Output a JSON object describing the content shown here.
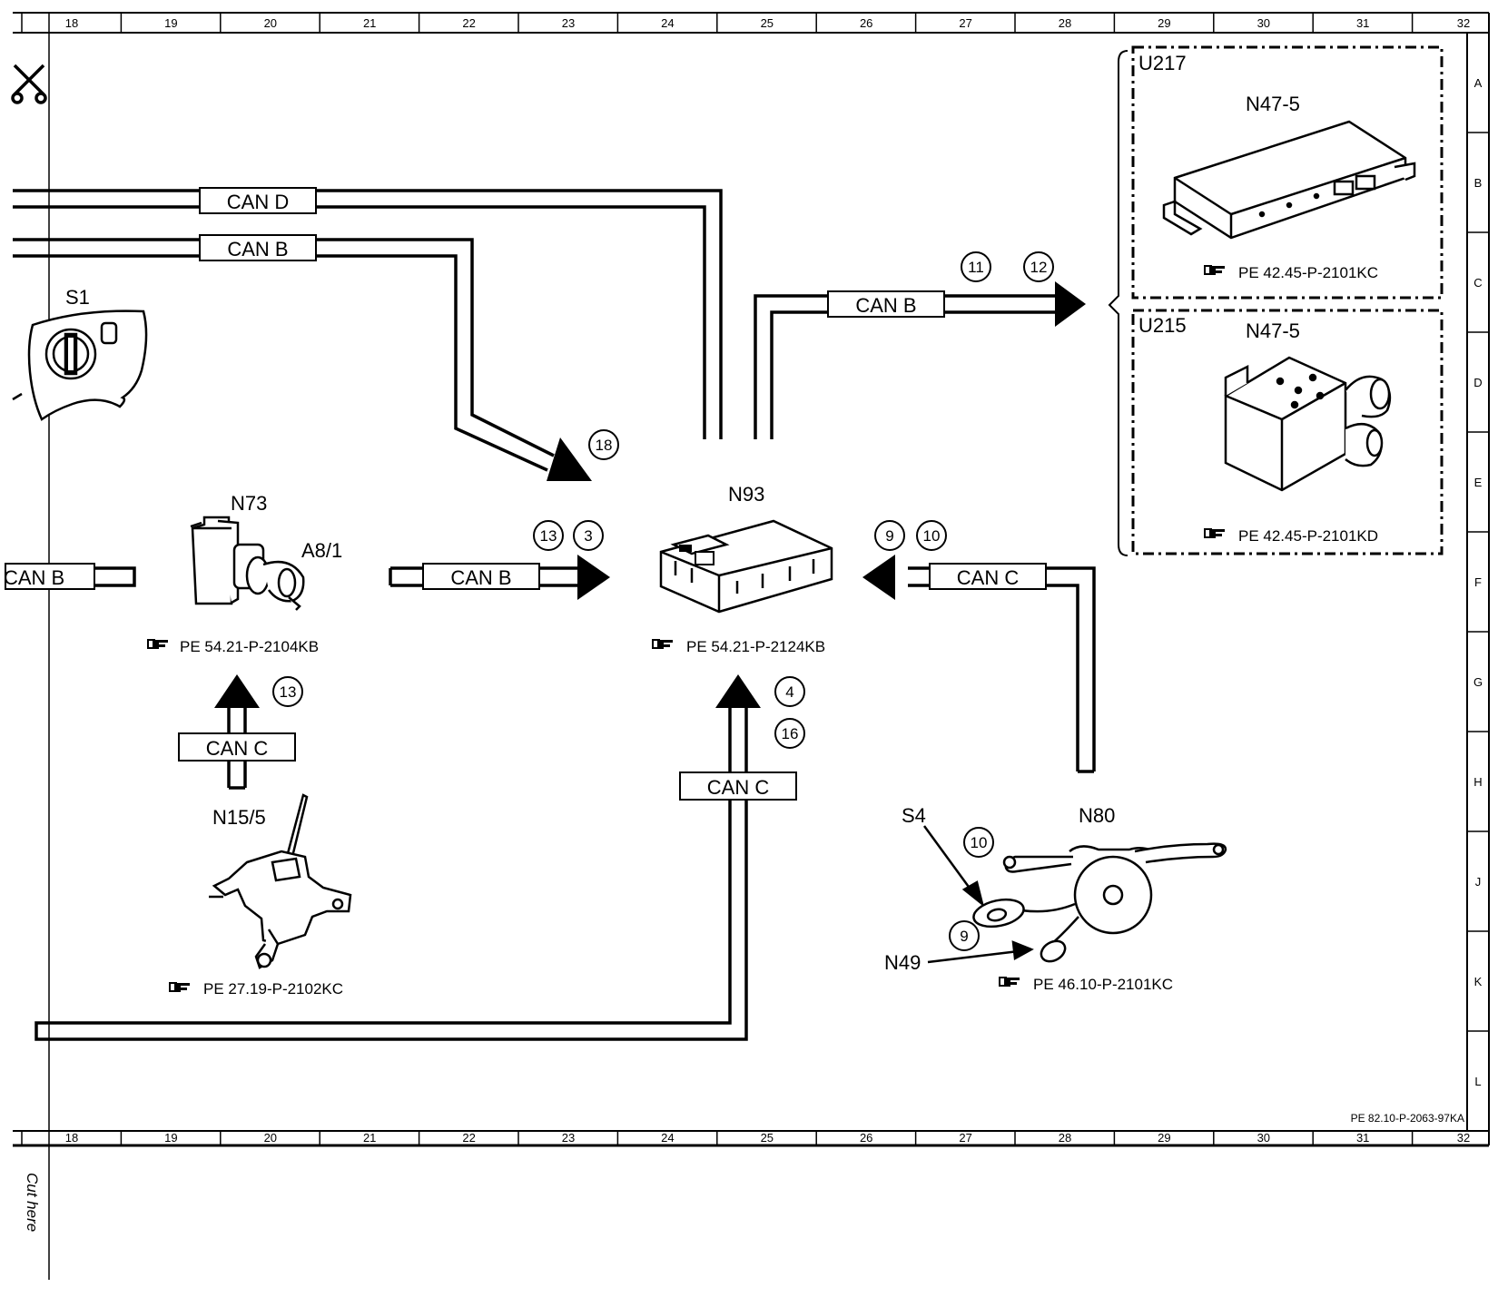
{
  "grid": {
    "columns": [
      "18",
      "19",
      "20",
      "21",
      "22",
      "23",
      "24",
      "25",
      "26",
      "27",
      "28",
      "29",
      "30",
      "31",
      "32"
    ],
    "rows": [
      "A",
      "B",
      "C",
      "D",
      "E",
      "F",
      "G",
      "H",
      "J",
      "K",
      "L"
    ]
  },
  "cut_here": "Cut here",
  "document_id": "PE 82.10-P-2063-97KA",
  "components": {
    "s1": "S1",
    "n73": "N73",
    "a8_1": "A8/1",
    "n15_5": "N15/5",
    "n93": "N93",
    "n80": "N80",
    "s4": "S4",
    "n49": "N49",
    "u217": "U217",
    "u217_module": "N47-5",
    "u215": "U215",
    "u215_module": "N47-5"
  },
  "references": {
    "n73": "PE 54.21-P-2104KB",
    "n15_5": "PE 27.19-P-2102KC",
    "n93": "PE 54.21-P-2124KB",
    "n80": "PE 46.10-P-2101KC",
    "u217": "PE 42.45-P-2101KC",
    "u215": "PE 42.45-P-2101KD"
  },
  "bus_labels": {
    "top_can_d": "CAN D",
    "top_can_b": "CAN B",
    "right_can_b": "CAN B",
    "left_can_b": "CAN B",
    "mid_can_b": "CAN B",
    "right_can_c": "CAN C",
    "n15_can_c": "CAN C",
    "bottom_can_c": "CAN C"
  },
  "markers": {
    "m18": "18",
    "m11": "11",
    "m12": "12",
    "m13a": "13",
    "m3": "3",
    "m9a": "9",
    "m10a": "10",
    "m13b": "13",
    "m4": "4",
    "m16": "16",
    "m10b": "10",
    "m9b": "9"
  },
  "icons": {
    "scissors": "scissors-icon",
    "reference": "pointing-hand-icon"
  }
}
